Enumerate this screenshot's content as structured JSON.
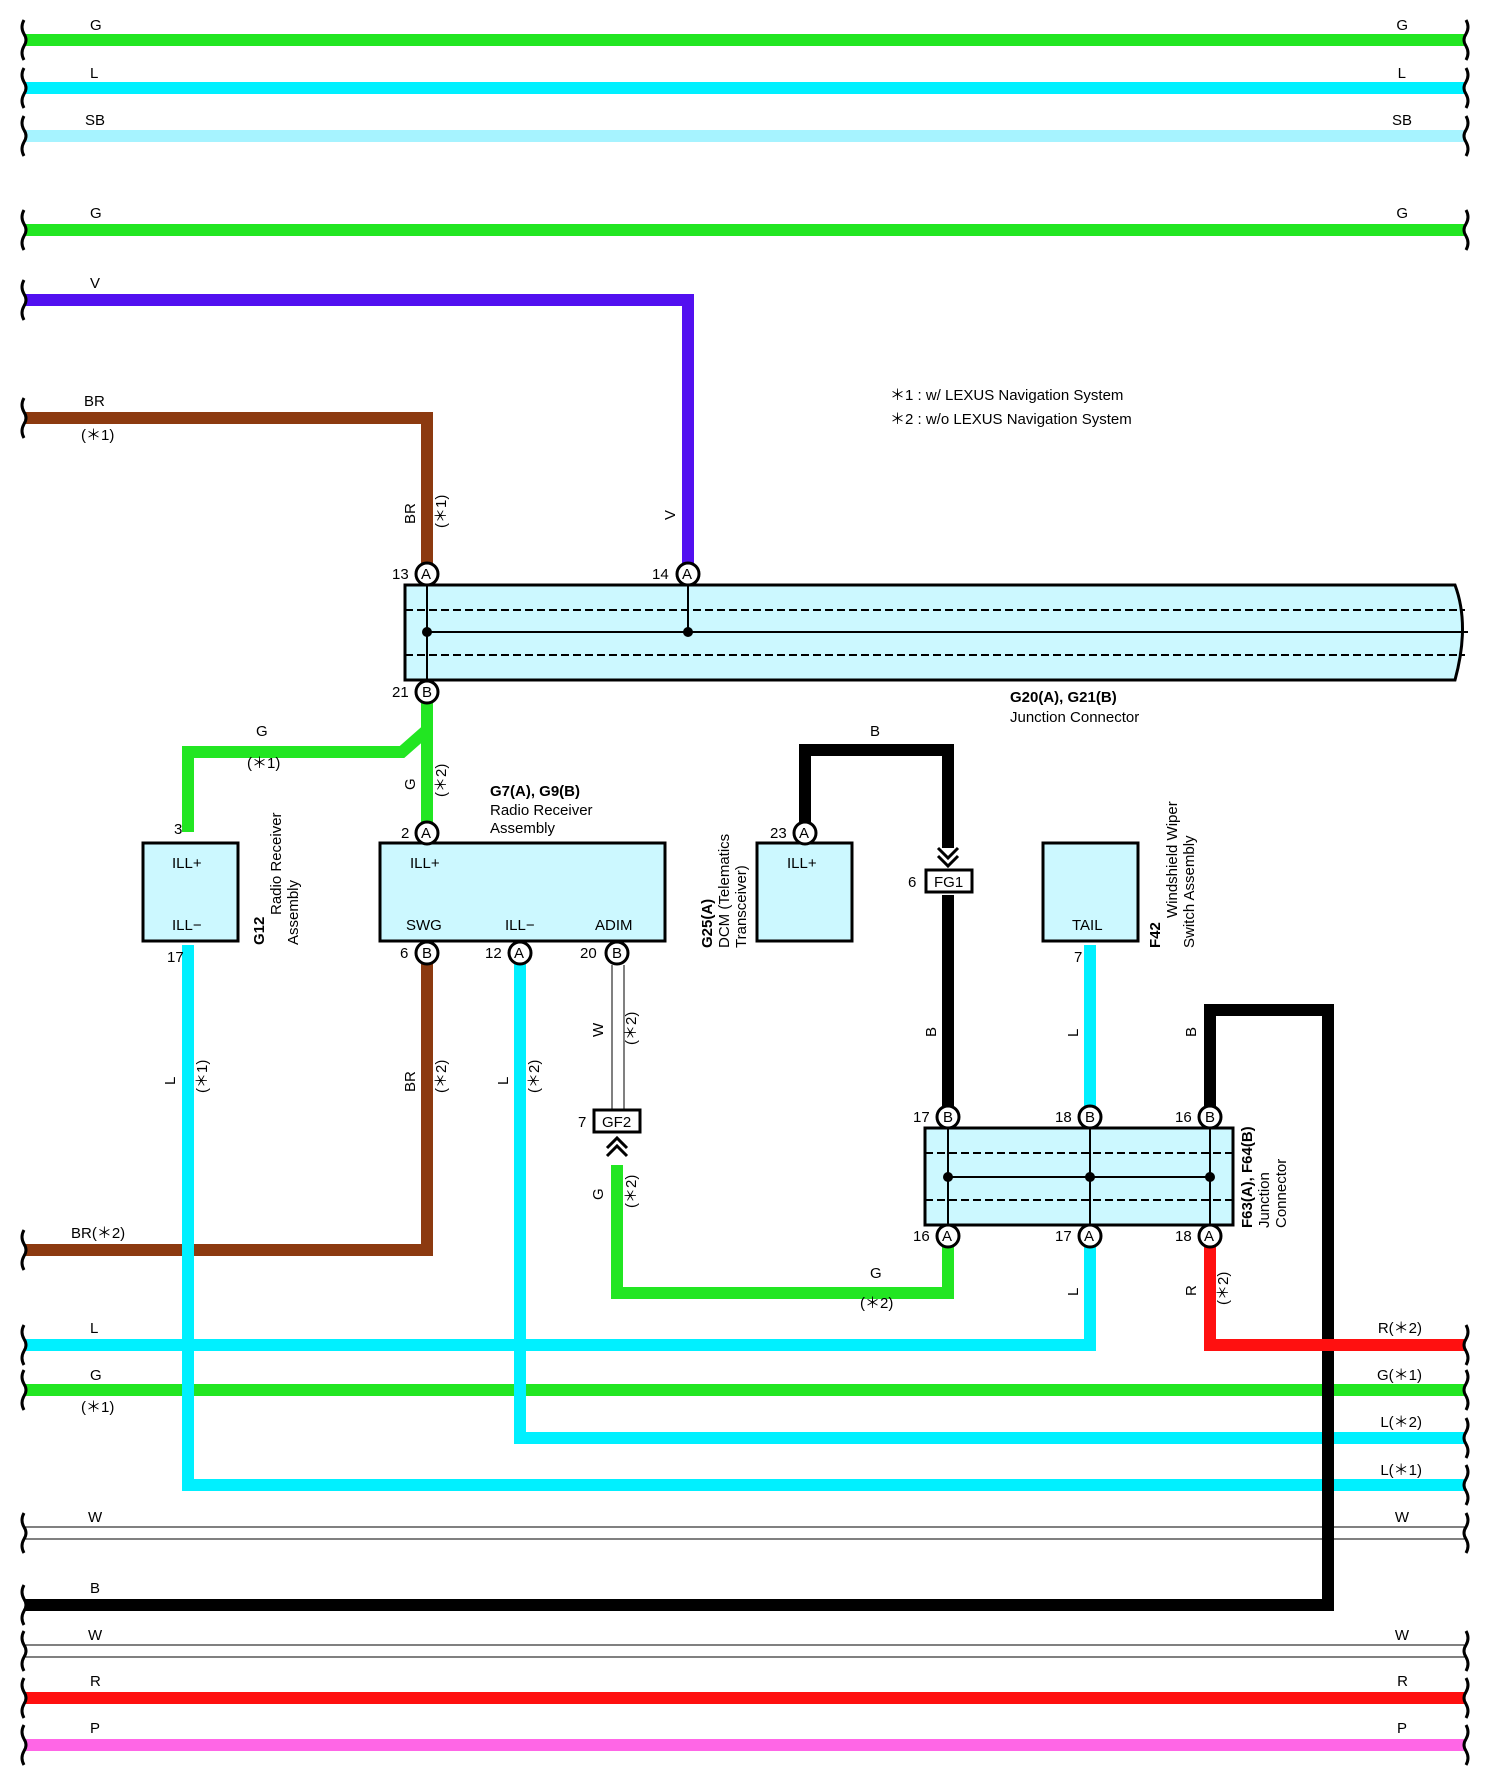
{
  "colors": {
    "G": "#22e622",
    "L": "#00f0ff",
    "SB": "#a6f3ff",
    "V": "#5210f0",
    "BR": "#8c3a10",
    "B": "#000000",
    "R": "#ff1010",
    "P": "#ff66e6",
    "W": "#ffffff",
    "box_fill": "#ccf8ff"
  },
  "notes": [
    "＊1 : w/ LEXUS Navigation System",
    "＊2 : w/o LEXUS Navigation System"
  ],
  "left_wires": [
    "G",
    "L",
    "SB",
    "G",
    "V",
    "BR",
    "(＊1)",
    "BR(＊2)",
    "L",
    "G",
    "(＊1)",
    "W",
    "B",
    "W",
    "R",
    "P"
  ],
  "right_wires": [
    "G",
    "L",
    "SB",
    "G",
    "R(＊2)",
    "G(＊1)",
    "L(＊2)",
    "L(＊1)",
    "W",
    "W",
    "R",
    "P"
  ],
  "wire_labels": {
    "br_v": "BR",
    "br_v_note": "(＊1)",
    "v_v": "V",
    "g_top": "G",
    "g_top_note": "(＊1)",
    "g_v": "G",
    "g_v_note": "(＊2)",
    "b_top": "B",
    "l_g12": "L",
    "l_g12_note": "(＊1)",
    "br_swg": "BR",
    "br_swg_note": "(＊2)",
    "l_ill": "L",
    "l_ill_note": "(＊2)",
    "w_adim": "W",
    "w_adim_note": "(＊2)",
    "g_gf2": "G",
    "g_gf2_note": "(＊2)",
    "b_fg1": "B",
    "l_tail": "L",
    "b_right": "B",
    "g_bot": "G",
    "g_bot_note": "(＊2)",
    "l_f63": "L",
    "r_f63": "R",
    "r_f63_note": "(＊2)"
  },
  "junction_g20": {
    "name": "G20(A), G21(B)",
    "desc": "Junction Connector",
    "pins": [
      {
        "num": "13",
        "letter": "A"
      },
      {
        "num": "14",
        "letter": "A"
      },
      {
        "num": "21",
        "letter": "B"
      }
    ]
  },
  "g12": {
    "code": "G12",
    "name1": "Radio Receiver",
    "name2": "Assembly",
    "t1": "ILL+",
    "t2": "ILL−",
    "pin_top": "3",
    "pin_bot": "17"
  },
  "g7": {
    "code": "G7(A), G9(B)",
    "name1": "Radio Receiver",
    "name2": "Assembly",
    "t_top": "ILL+",
    "t_swg": "SWG",
    "t_ill": "ILL−",
    "t_adim": "ADIM",
    "pins": [
      {
        "num": "2",
        "letter": "A"
      },
      {
        "num": "6",
        "letter": "B"
      },
      {
        "num": "12",
        "letter": "A"
      },
      {
        "num": "20",
        "letter": "B"
      }
    ]
  },
  "g25": {
    "code": "G25(A)",
    "name1": "DCM (Telematics",
    "name2": "Transceiver)",
    "t1": "ILL+",
    "pin": "23",
    "letter": "A"
  },
  "f42": {
    "code": "F42",
    "name1": "Windshield Wiper",
    "name2": "Switch Assembly",
    "t1": "TAIL",
    "pin": "7"
  },
  "fg1": {
    "label": "FG1",
    "pin": "6"
  },
  "gf2": {
    "label": "GF2",
    "pin": "7"
  },
  "junction_f63": {
    "name": "F63(A), F64(B)",
    "desc1": "Junction",
    "desc2": "Connector",
    "top_pins": [
      {
        "num": "17",
        "letter": "B"
      },
      {
        "num": "18",
        "letter": "B"
      },
      {
        "num": "16",
        "letter": "B"
      }
    ],
    "bot_pins": [
      {
        "num": "16",
        "letter": "A"
      },
      {
        "num": "17",
        "letter": "A"
      },
      {
        "num": "18",
        "letter": "A"
      }
    ]
  }
}
